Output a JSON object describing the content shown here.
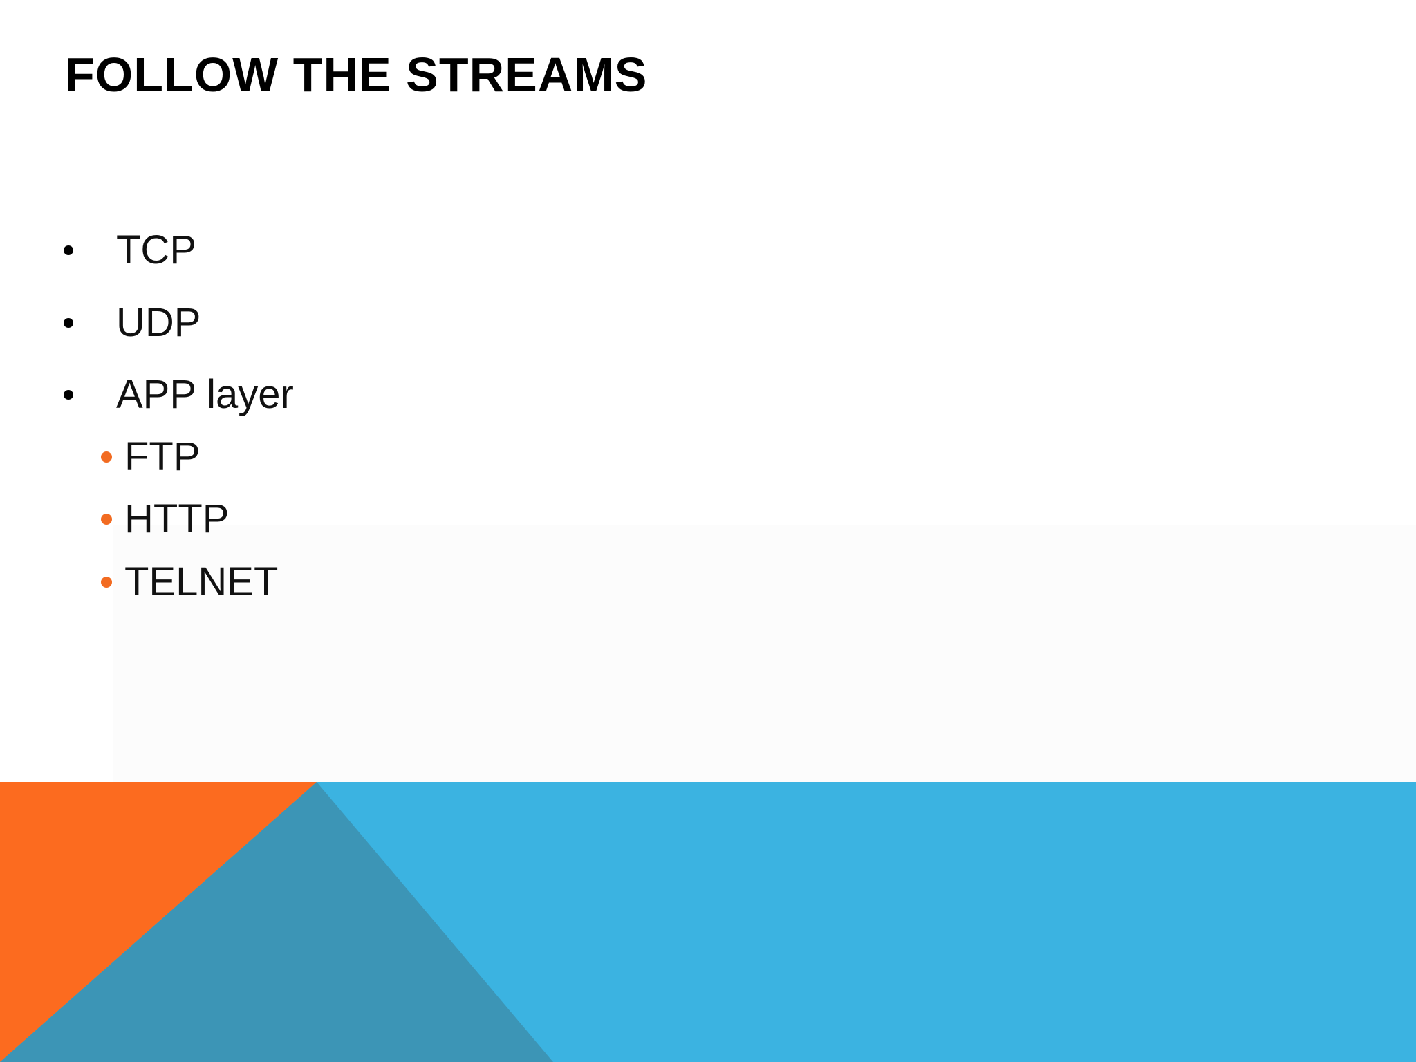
{
  "slide": {
    "title": "FOLLOW THE STREAMS",
    "bullets": [
      {
        "label": "TCP"
      },
      {
        "label": "UDP"
      },
      {
        "label": "APP layer"
      }
    ],
    "sub_bullets": [
      {
        "label": "FTP"
      },
      {
        "label": "HTTP"
      },
      {
        "label": "TELNET"
      }
    ]
  },
  "colors": {
    "blue": "#3bb3e1",
    "teal": "#3c95b6",
    "orange": "#fc6b1f",
    "sub_bullet": "#f26b21"
  }
}
